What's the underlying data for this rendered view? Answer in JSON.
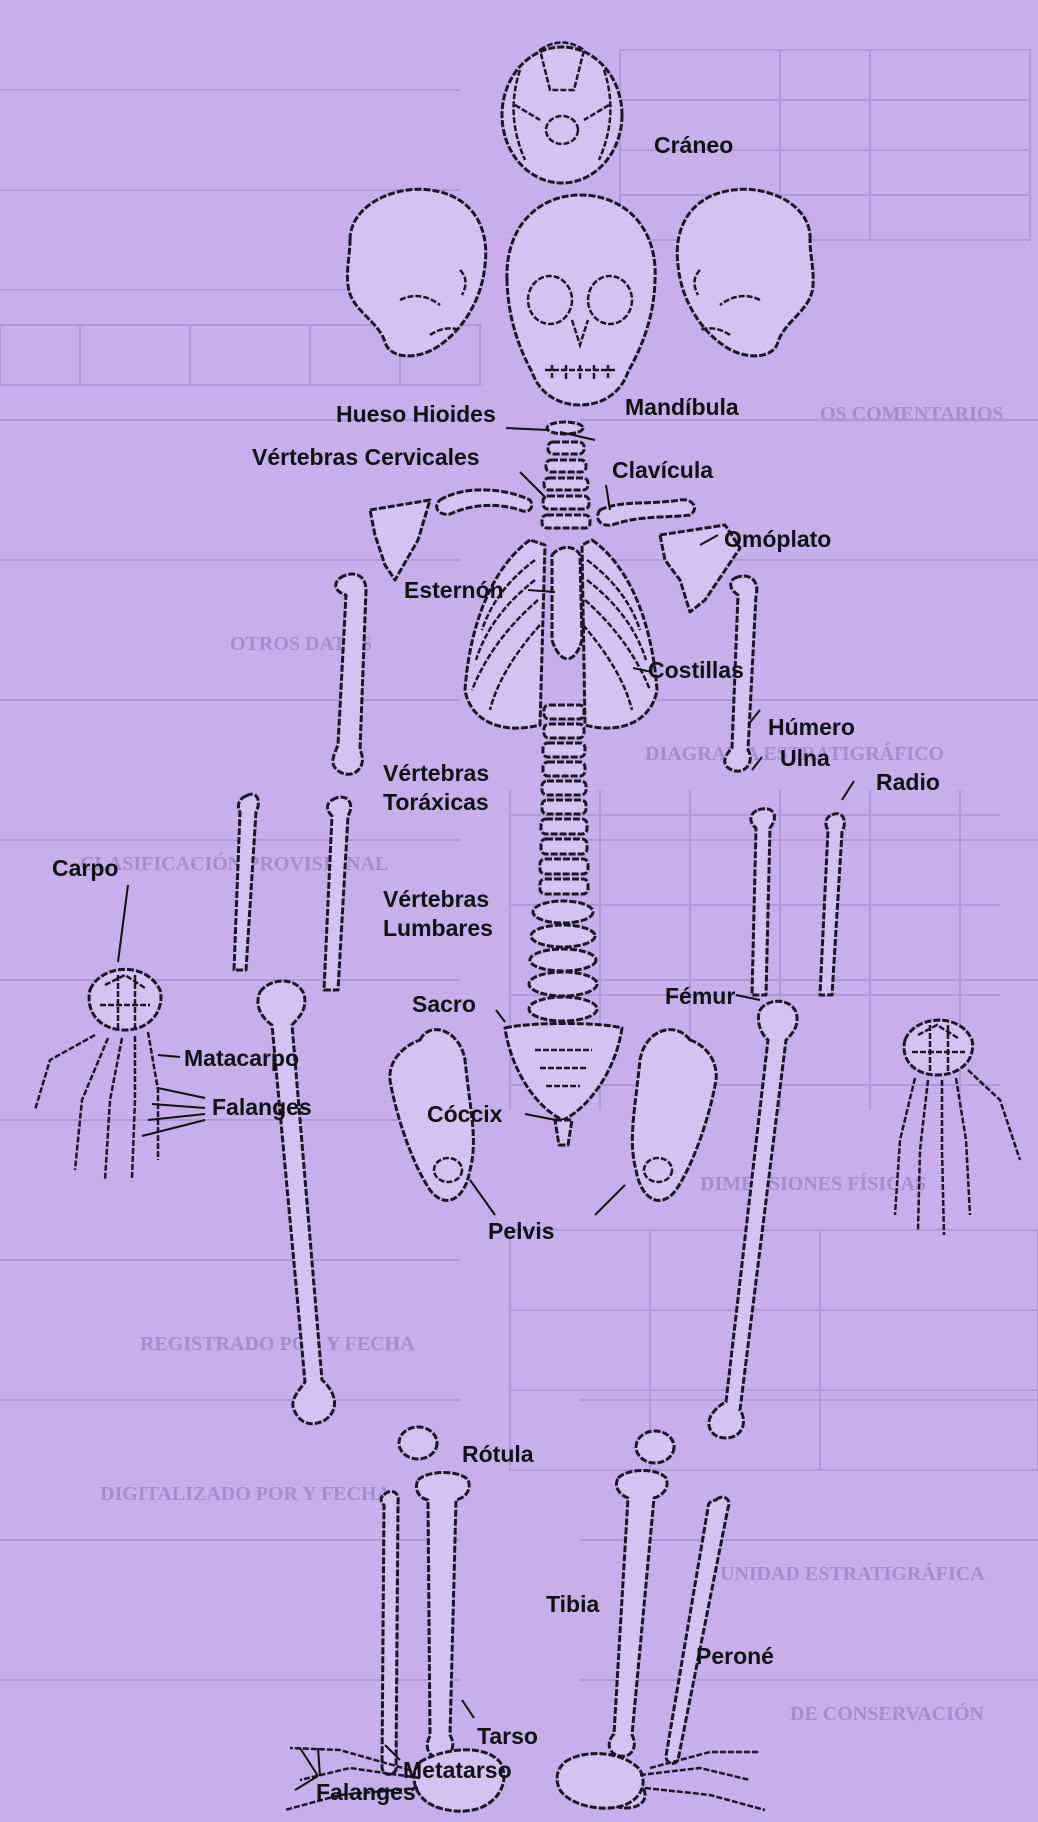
{
  "labels": {
    "craneo": "Cráneo",
    "mandibula": "Mandíbula",
    "hueso_hioides": "Hueso Hioides",
    "vertebras_cervicales": "Vértebras Cervicales",
    "clavicula": "Clavícula",
    "omoplato": "Omóplato",
    "esternon": "Esternón",
    "costillas": "Costillas",
    "humero": "Húmero",
    "ulna": "Ulna",
    "radio": "Radio",
    "vertebras_toraxicas_1": "Vértebras",
    "vertebras_toraxicas_2": "Toráxicas",
    "vertebras_lumbares_1": "Vértebras",
    "vertebras_lumbares_2": "Lumbares",
    "carpo": "Carpo",
    "matacarpo": "Matacarpo",
    "falanges_mano": "Falanges",
    "sacro": "Sacro",
    "femur": "Fémur",
    "coccix": "Cóccix",
    "pelvis": "Pelvis",
    "rotula": "Rótula",
    "tibia": "Tibia",
    "perone": "Peroné",
    "tarso": "Tarso",
    "metatarso": "Metatarso",
    "falanges_pie": "Falanges"
  },
  "colors": {
    "background": "#c8aeea",
    "bone_fill": "#d6c2f2",
    "outline": "#1c1428"
  }
}
